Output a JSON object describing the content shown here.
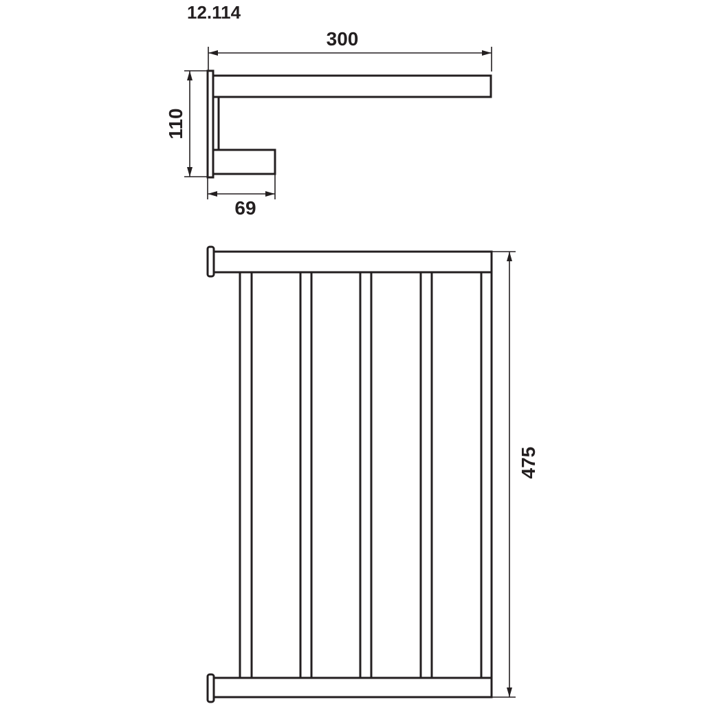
{
  "product_code": "12.114",
  "dimensions": {
    "width": "300",
    "depth": "110",
    "bracket": "69",
    "length": "475"
  },
  "colors": {
    "ink": "#231f20",
    "background": "#ffffff"
  }
}
